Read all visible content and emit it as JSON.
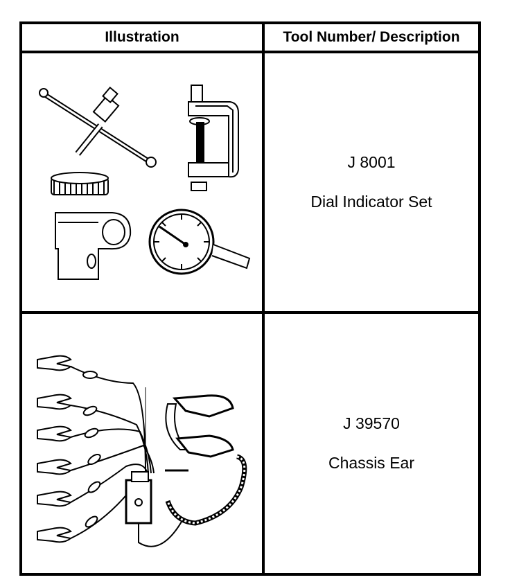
{
  "table": {
    "header_illustration": "Illustration",
    "header_tool": "Tool Number/ Description",
    "rows": [
      {
        "tool_number": "J 8001",
        "description": "Dial Indicator Set",
        "illustration_icon": "dial-indicator-set-icon"
      },
      {
        "tool_number": "J 39570",
        "description": "Chassis Ear",
        "illustration_icon": "chassis-ear-icon"
      }
    ]
  }
}
